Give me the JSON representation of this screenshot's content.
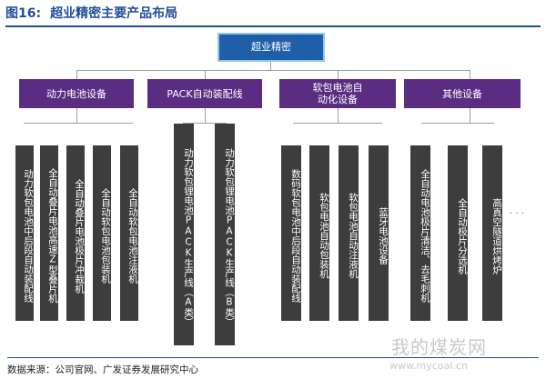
{
  "header": {
    "figure_label": "图16:",
    "title": "超业精密主要产品布局"
  },
  "root": {
    "label": "超业精密"
  },
  "categories": [
    {
      "label": "动力电池设备",
      "leaves": [
        "动力软包电池中后段自动装配线",
        "全自动叠片电池高速Z型叠片机",
        "全自动叠片电池极片冲裁机",
        "全自动软包电池包装机",
        "全自动软包电池注液机"
      ]
    },
    {
      "label": "PACK自动装配线",
      "leaves": [
        "动力软包锂电池PACK生产线（A类）",
        "动力软包锂电池PACK生产线（B类）"
      ]
    },
    {
      "label": "软包电池自动化设备",
      "leaves": [
        "数码软包电池中后段自动装配线",
        "软包电池自动包装机",
        "软包电池自动注液机",
        "蓝牙电池设备"
      ]
    },
    {
      "label": "其他设备",
      "leaves": [
        "全自动电池极片清洁、去毛刺机",
        "全自动极片分选机",
        "高真空隧道烘烤炉"
      ]
    }
  ],
  "footer": {
    "source": "数据来源：公司官网、广发证券发展研究中心"
  },
  "watermark": {
    "text": "我的煤炭网",
    "url": "www.mycoal.cn"
  },
  "ellipsis": "· · ·"
}
